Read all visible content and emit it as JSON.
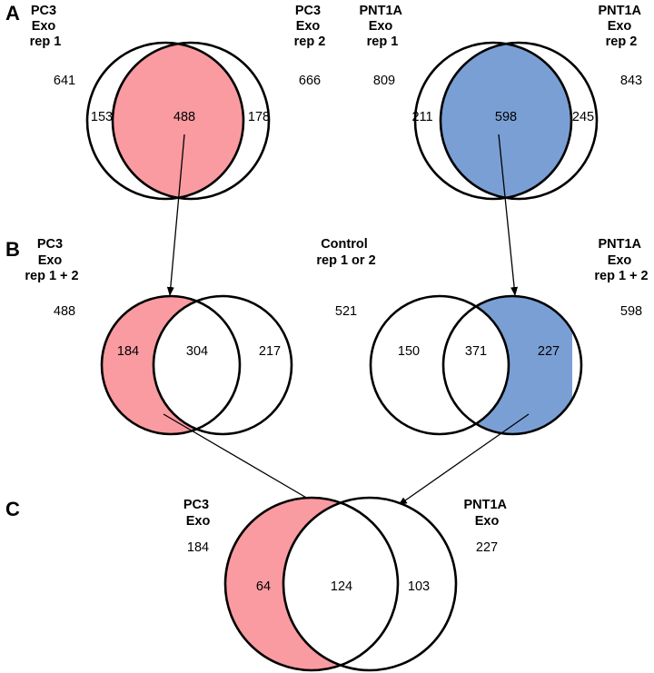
{
  "colors": {
    "pc3": "#f99ba1",
    "pnt1a": "#7a9fd4",
    "outline": "#000000"
  },
  "panels": {
    "A": {
      "letter": "A",
      "left": {
        "label_lines": [
          "PC3",
          "Exo",
          "rep 1"
        ],
        "label_right_lines": [
          "PC3",
          "Exo",
          "rep 2"
        ],
        "total_left": "641",
        "total_right": "666",
        "only_left": "153",
        "overlap": "488",
        "only_right": "178"
      },
      "right": {
        "label_lines": [
          "PNT1A",
          "Exo",
          "rep 1"
        ],
        "label_right_lines": [
          "PNT1A",
          "Exo",
          "rep 2"
        ],
        "total_left": "809",
        "total_right": "843",
        "only_left": "211",
        "overlap": "598",
        "only_right": "245"
      }
    },
    "B": {
      "letter": "B",
      "left": {
        "label_left_lines": [
          "PC3",
          "Exo",
          "rep 1 + 2"
        ],
        "label_right_lines": [
          "Control",
          "rep 1 or 2"
        ],
        "total_left": "488",
        "total_right": "521",
        "only_left": "184",
        "overlap": "304",
        "only_right": "217"
      },
      "right": {
        "label_right_lines": [
          "PNT1A",
          "Exo",
          "rep 1 + 2"
        ],
        "total_right": "598",
        "only_left": "150",
        "overlap": "371",
        "only_right": "227"
      }
    },
    "C": {
      "letter": "C",
      "label_left_lines": [
        "PC3",
        "Exo"
      ],
      "label_right_lines": [
        "PNT1A",
        "Exo"
      ],
      "total_left": "184",
      "total_right": "227",
      "only_left": "64",
      "overlap": "124",
      "only_right": "103"
    }
  }
}
